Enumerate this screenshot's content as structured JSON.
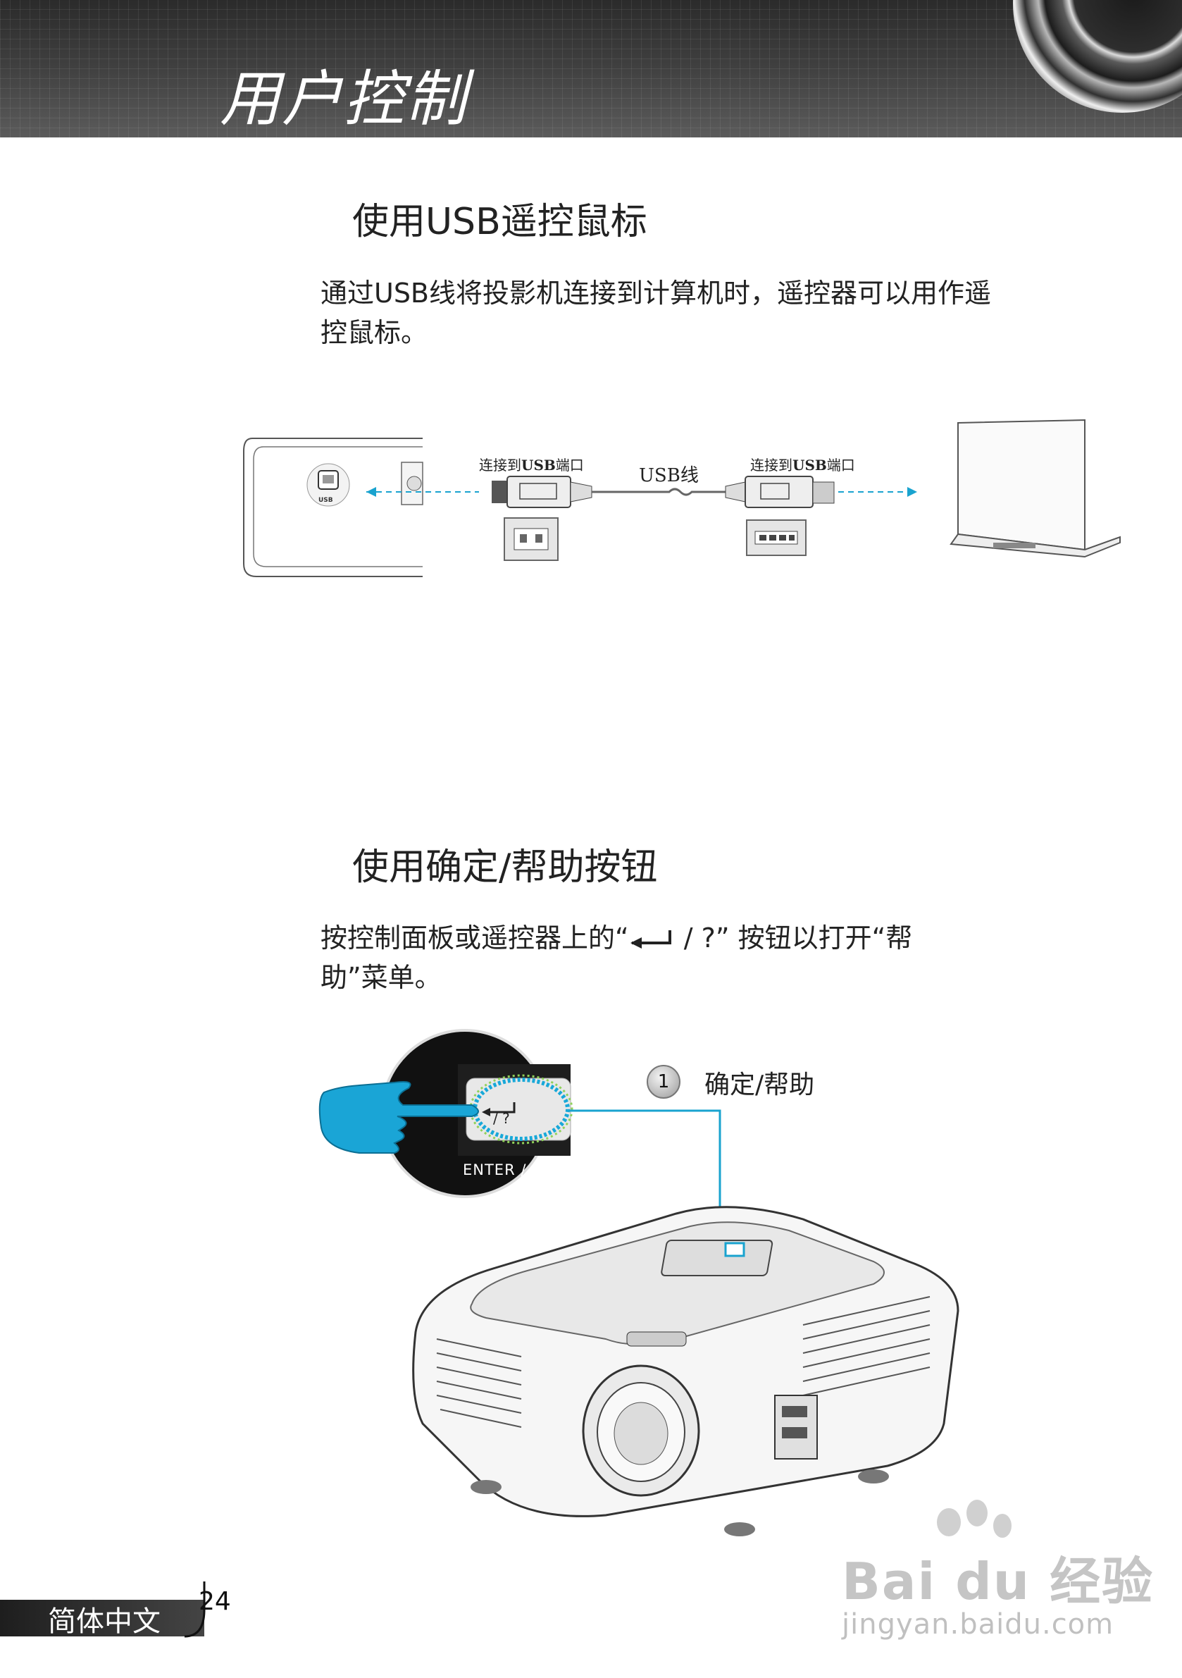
{
  "header": {
    "chapter_title": "用户控制"
  },
  "section1": {
    "heading": "使用USB遥控鼠标",
    "body_line1": "通过USB线将投影机连接到计算机时，遥控器可以用作遥",
    "body_line2": "控鼠标。",
    "diagram": {
      "left_caption_prefix": "连接到",
      "left_caption_bold": "USB",
      "left_caption_suffix": "端口",
      "cable_label": "USB线",
      "right_caption_prefix": "连接到",
      "right_caption_bold": "USB",
      "right_caption_suffix": "端口",
      "port_label": "USB"
    }
  },
  "section2": {
    "heading": "使用确定/帮助按钮",
    "body_line1": "按控制面板或遥控器上的“",
    "body_line1_symbol": " / ?”",
    "body_line1_rest": " 按钮以打开“帮",
    "body_line2": "助”菜单。",
    "diagram": {
      "button_symbol": "/ ?",
      "button_caption": "ENTER / HELP",
      "callout_number": "1",
      "callout_label": "确定/帮助"
    }
  },
  "footer": {
    "language": "简体中文",
    "page_number": "24"
  },
  "watermark": {
    "brand": "Bai du 经验",
    "url": "jingyan.baidu.com"
  },
  "colors": {
    "accent_cyan": "#19a3cf",
    "header_dark": "#333333"
  }
}
